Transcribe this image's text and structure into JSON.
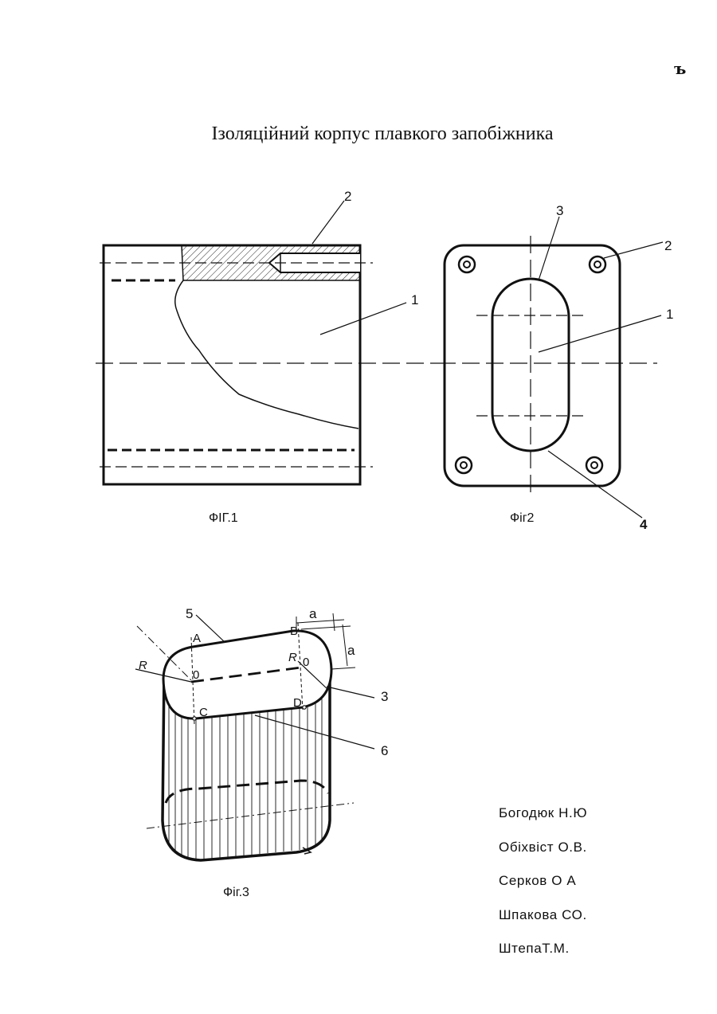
{
  "page_corner_mark": "ъ",
  "title": "Ізоляційний корпус плавкого запобіжника",
  "figures": {
    "fig1": {
      "caption": "ФІГ.1",
      "labels": [
        "2",
        "1"
      ]
    },
    "fig2": {
      "caption": "Фіг2",
      "labels": [
        "3",
        "2",
        "1",
        "4"
      ]
    },
    "fig3": {
      "caption": "Фіг.3",
      "labels": {
        "part5": "5",
        "dim_a_top": "a",
        "dim_a_side": "a",
        "point_A": "A",
        "point_B": "B",
        "point_C": "C",
        "point_D": "D",
        "radius_left": "R",
        "radius_right": "R",
        "center_left": "0",
        "center_right": "0",
        "part3": "3",
        "part6": "6"
      }
    }
  },
  "authors": [
    "Богодюк Н.Ю",
    "Обіхвіст О.В.",
    "Серков О А",
    "Шпакова СО.",
    "ШтепаТ.М."
  ]
}
